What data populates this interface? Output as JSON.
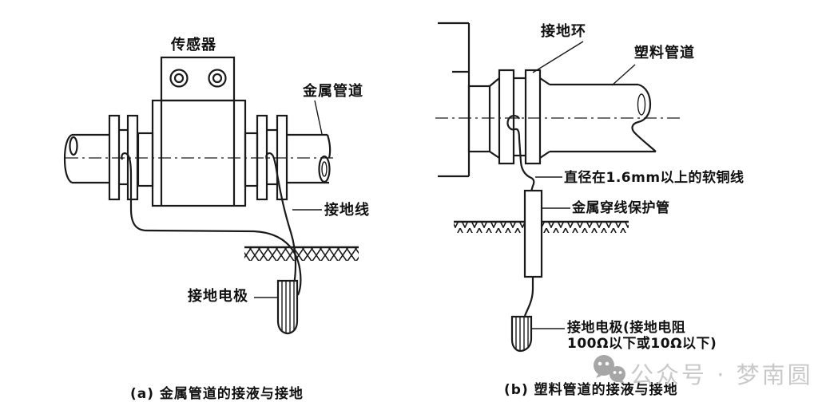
{
  "figure_a": {
    "labels": {
      "sensor": "传感器",
      "metal_pipe": "金属管道",
      "ground_wire": "接地线",
      "ground_electrode": "接地电极"
    },
    "caption": "(a) 金属管道的接液与接地"
  },
  "figure_b": {
    "labels": {
      "ground_ring": "接地环",
      "plastic_pipe": "塑料管道",
      "copper_wire": "直径在1.6mm以上的软铜线",
      "conduit": "金属穿线保护管",
      "ground_electrode_line1": "接地电极(接地电阻",
      "ground_electrode_line2": "100Ω以下或10Ω以下)"
    },
    "caption": "(b) 塑料管道的接液与接地"
  },
  "watermark": {
    "text": "公众号 · 梦南圆",
    "icon": "wechat-icon",
    "text_color": "#c9c9c9",
    "icon_color": "#a6a6a6"
  },
  "colors": {
    "line": "#1a1a1a",
    "background": "#ffffff"
  }
}
